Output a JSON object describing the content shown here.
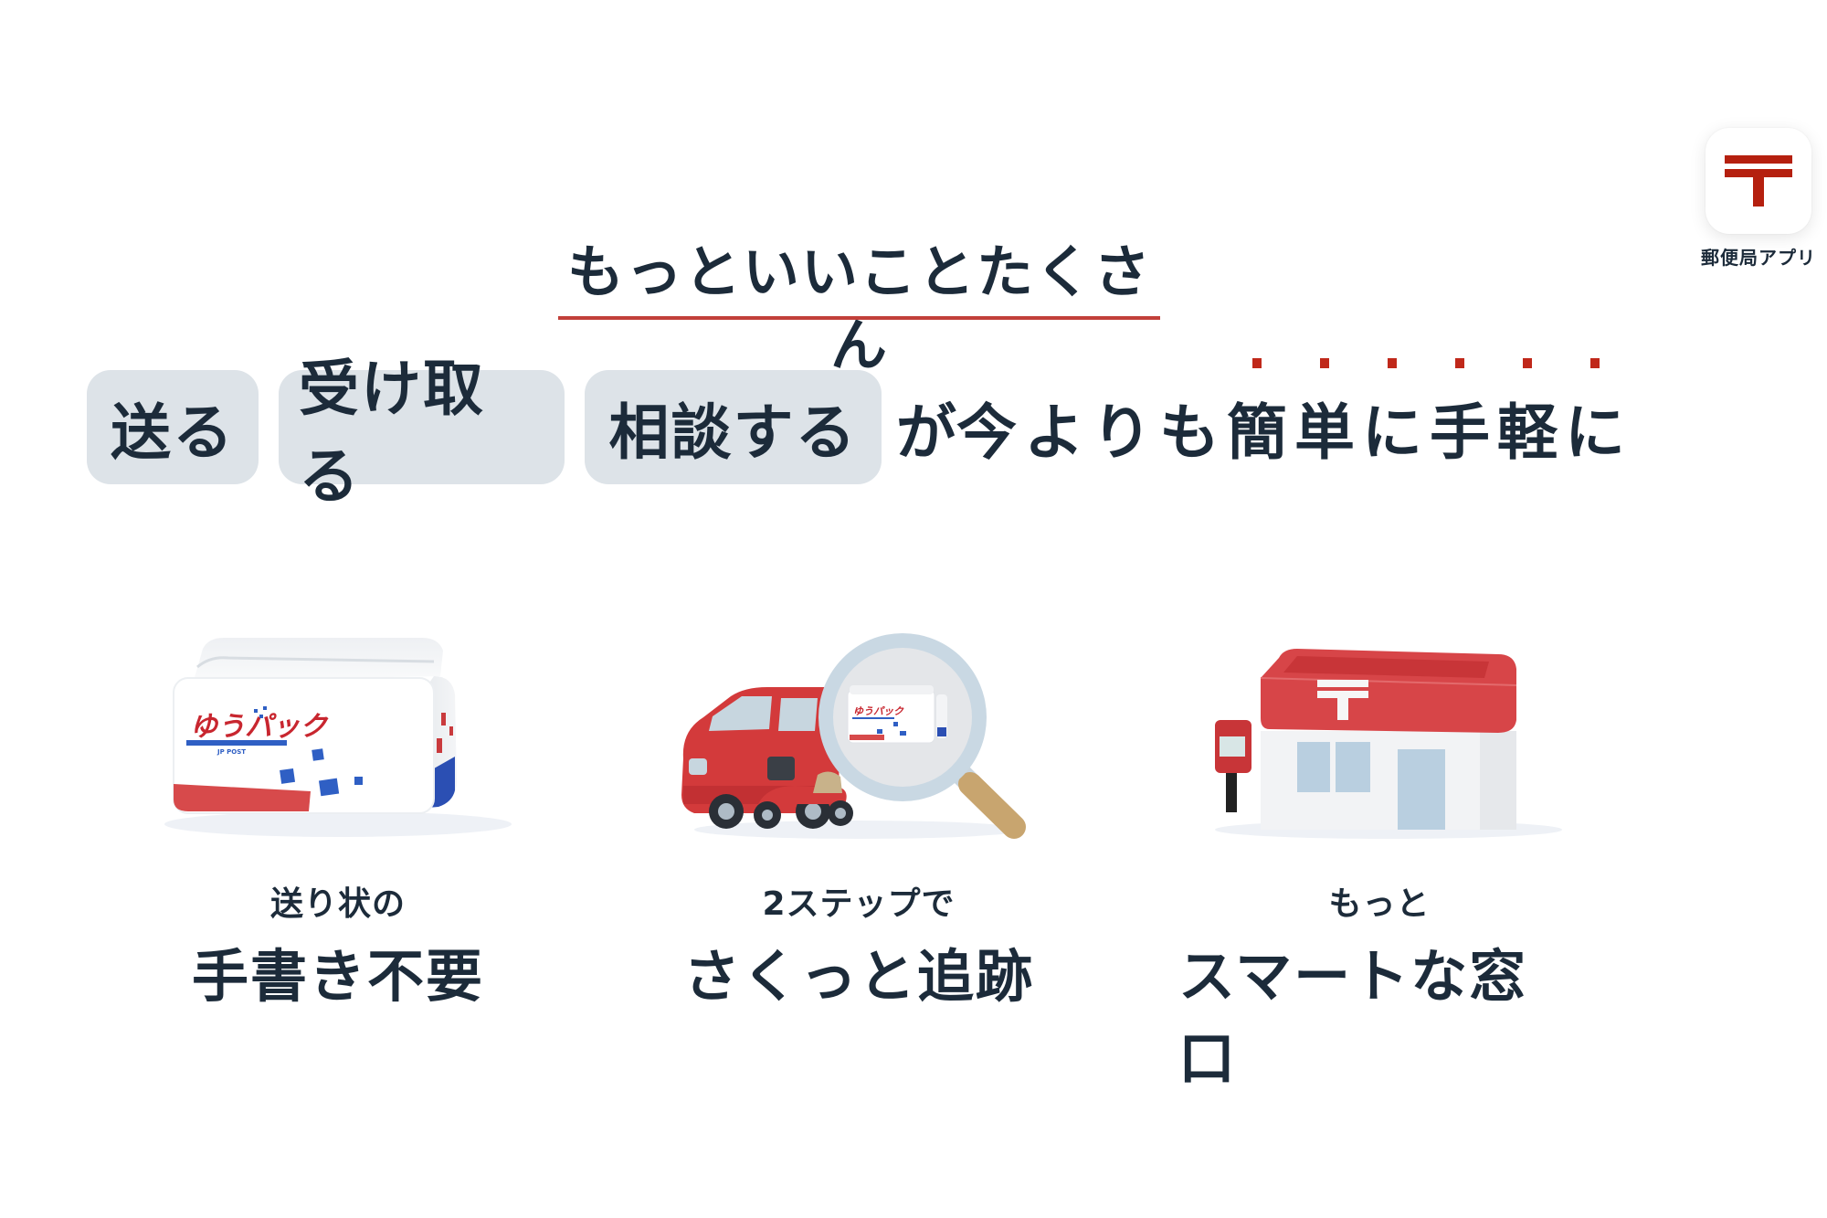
{
  "app_badge": {
    "icon": "jp-post-mark-icon",
    "label": "郵便局アプリ",
    "icon_color": "#b5200f"
  },
  "headline": {
    "text": "もっといいことたくさん",
    "underline_color": "#c2403a"
  },
  "tagline": {
    "pills": [
      {
        "label": "送る"
      },
      {
        "label": "受け取る"
      },
      {
        "label": "相談する"
      }
    ],
    "rest_chars": [
      "が",
      "今",
      "よ",
      "り",
      "も",
      "簡",
      "単",
      "に",
      "手",
      "軽",
      "に"
    ],
    "emphasis_text": "簡単に手軽に",
    "emphasis_dot_color": "#c0281a",
    "full_text": "送る 受け取る 相談する が今よりも簡単に手軽に"
  },
  "features": [
    {
      "illustration": "yu-pack-box-icon",
      "box_brand": "ゆうパック",
      "box_sub": "JP POST",
      "sub": "送り状の",
      "main": "手書き不要"
    },
    {
      "illustration": "tracking-van-magnifier-icon",
      "sub": "2ステップで",
      "main": "さくっと追跡"
    },
    {
      "illustration": "post-office-building-icon",
      "sub": "もっと",
      "main": "スマートな窓口"
    }
  ],
  "colors": {
    "text": "#1c2b3a",
    "pill_bg": "#dde3e8",
    "accent_red": "#c2403a",
    "blue": "#2f5fc4"
  }
}
